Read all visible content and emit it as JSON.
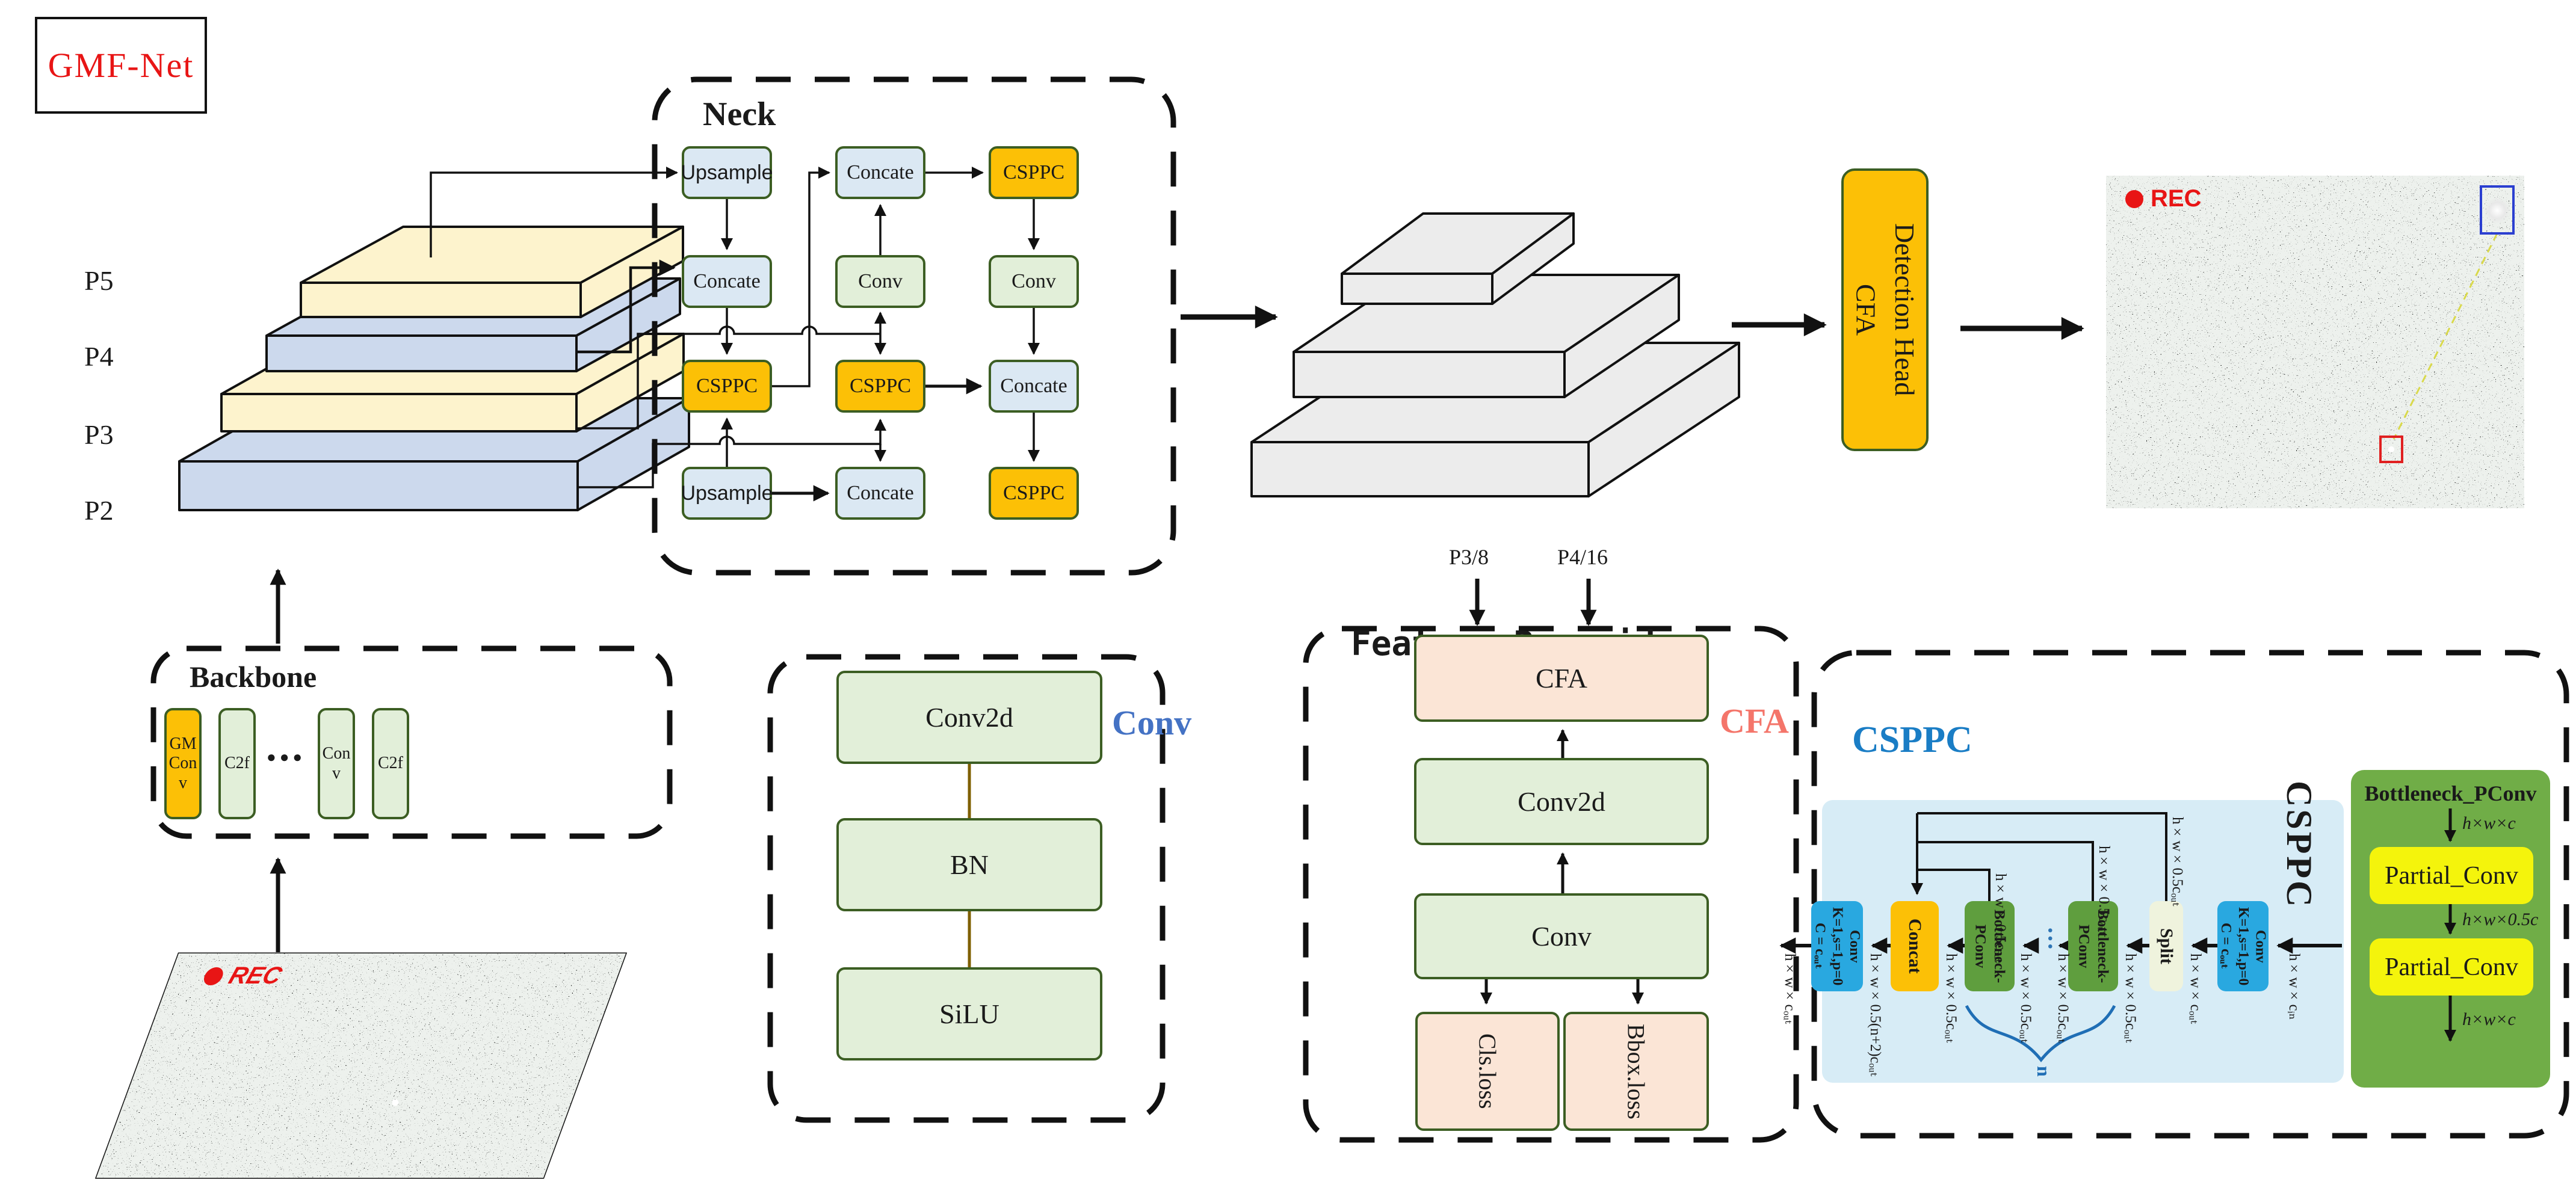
{
  "title": {
    "label": "GMF-Net"
  },
  "pyramid": {
    "levels": [
      "P5",
      "P4",
      "P3",
      "P2"
    ]
  },
  "neck": {
    "title": "Neck",
    "boxes": [
      {
        "label": "Upsample",
        "type": "blue"
      },
      {
        "label": "Concate",
        "type": "blue"
      },
      {
        "label": "CSPPC",
        "type": "orange"
      },
      {
        "label": "Concate",
        "type": "blue"
      },
      {
        "label": "Conv",
        "type": "green"
      },
      {
        "label": "Conv",
        "type": "green"
      },
      {
        "label": "CSPPC",
        "type": "orange"
      },
      {
        "label": "CSPPC",
        "type": "orange"
      },
      {
        "label": "Concate",
        "type": "blue"
      },
      {
        "label": "Upsample",
        "type": "blue"
      },
      {
        "label": "Concate",
        "type": "blue"
      },
      {
        "label": "CSPPC",
        "type": "orange"
      }
    ]
  },
  "backbone": {
    "title": "Backbone",
    "blocks": [
      "GMConv",
      "C2f",
      "●●●",
      "Conv",
      "C2f"
    ]
  },
  "input_image": {
    "rec_label": "REC"
  },
  "output_image": {
    "rec_label": "REC"
  },
  "feature_pyramid": {
    "label": "Feature Pyramid"
  },
  "detection_head": {
    "label": "Detection Head\nCFA"
  },
  "conv_detail": {
    "title": "Conv",
    "title_color": "#4472c4",
    "blocks": [
      "Conv2d",
      "BN",
      "SiLU"
    ]
  },
  "cfa_detail": {
    "title": "CFA",
    "title_color": "#f4756a",
    "inputs": [
      "P3/8",
      "P4/16"
    ],
    "blocks": [
      "CFA",
      "Conv2d",
      "Conv"
    ],
    "losses": [
      "Cls.loss",
      "Bbox.loss"
    ]
  },
  "csppc_detail": {
    "title": "CSPPC",
    "title_color": "#1a7dc5",
    "panel_label": "CSPPC",
    "flow": {
      "conv": "Conv\nK=1,s=1,p=0\nC = cₒᵤₜ",
      "concat": "Concat",
      "bottleneck": "Bottleneck-\nPConv",
      "dots": "···",
      "split": "Split"
    },
    "dims": {
      "in": "h×w×cᵢₙ",
      "out": "h×w×cₒᵤₜ",
      "half": "h×w×0.5cₒᵤₜ",
      "concat_out": "h×w×0.5(n+2)cₒᵤₜ",
      "n": "n"
    },
    "bottleneck_panel": {
      "title": "Bottleneck_PConv",
      "blocks": [
        "Partial_Conv",
        "Partial_Conv"
      ],
      "dims": [
        "h×w×c",
        "h×w×0.5c",
        "h×w×c"
      ]
    }
  }
}
